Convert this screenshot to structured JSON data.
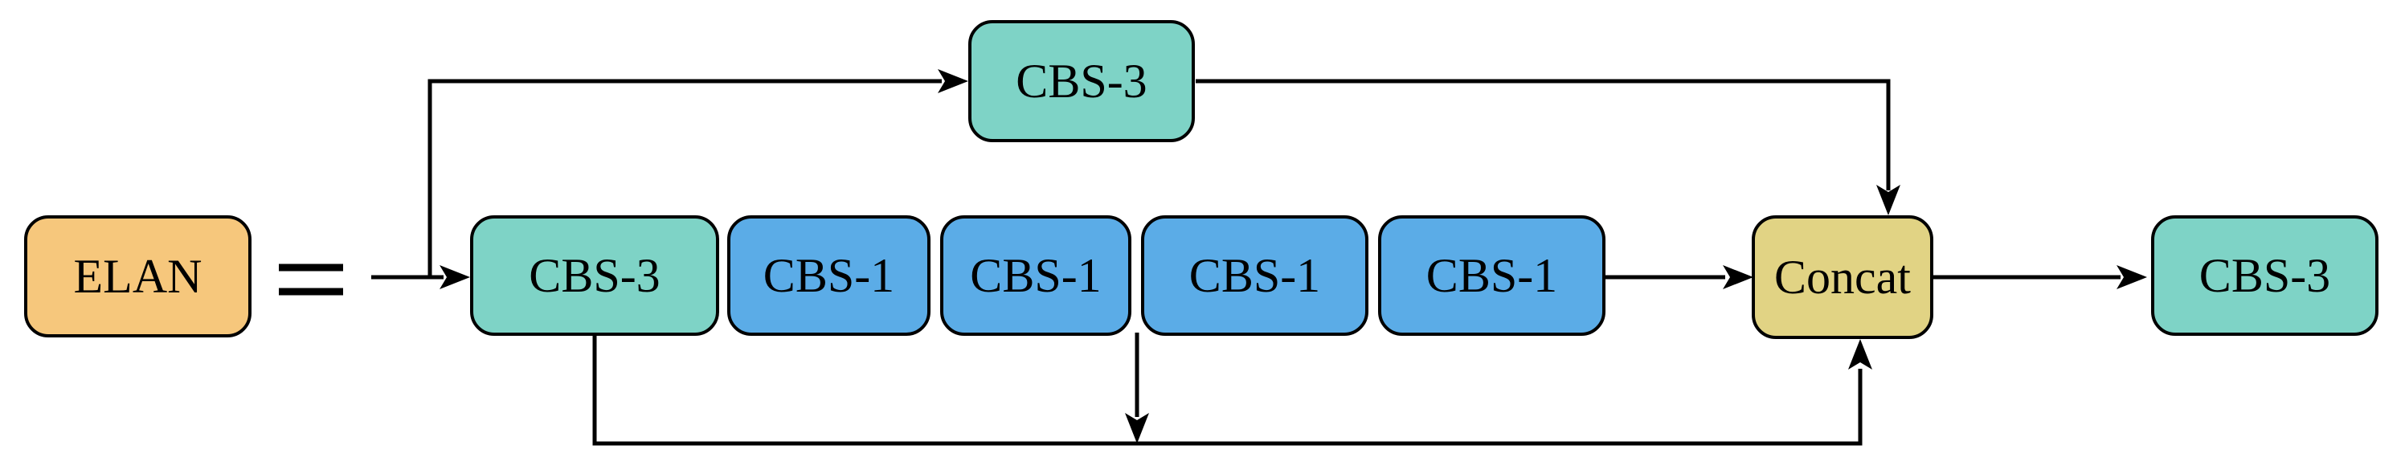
{
  "diagram": {
    "equals_sign": "=",
    "edge_color": "#000000",
    "border_color": "#000000",
    "background_color": "#ffffff",
    "nodes": [
      {
        "id": "elan",
        "label": "ELAN",
        "fill": "#f6c77c"
      },
      {
        "id": "cbs3-top",
        "label": "CBS-3",
        "fill": "#7ed3c6"
      },
      {
        "id": "cbs3-mid",
        "label": "CBS-3",
        "fill": "#7ed3c6"
      },
      {
        "id": "cbs1-1",
        "label": "CBS-1",
        "fill": "#5bace7"
      },
      {
        "id": "cbs1-2",
        "label": "CBS-1",
        "fill": "#5bace7"
      },
      {
        "id": "cbs1-3",
        "label": "CBS-1",
        "fill": "#5bace7"
      },
      {
        "id": "cbs1-4",
        "label": "CBS-1",
        "fill": "#5bace7"
      },
      {
        "id": "concat",
        "label": "Concat",
        "fill": "#e1d384"
      },
      {
        "id": "cbs3-out",
        "label": "CBS-3",
        "fill": "#7ed3c6"
      }
    ],
    "connections": [
      "input -> cbs3-mid",
      "input -> cbs3-top (upper branch)",
      "cbs3-top -> concat (top)",
      "cbs3-mid -> cbs1-1 -> cbs1-2 -> cbs1-3 -> cbs1-4 -> concat (left)",
      "cbs3-mid -> concat (bottom branch)",
      "cbs1-2/cbs1-3 junction -> bottom branch",
      "concat -> cbs3-out"
    ]
  }
}
